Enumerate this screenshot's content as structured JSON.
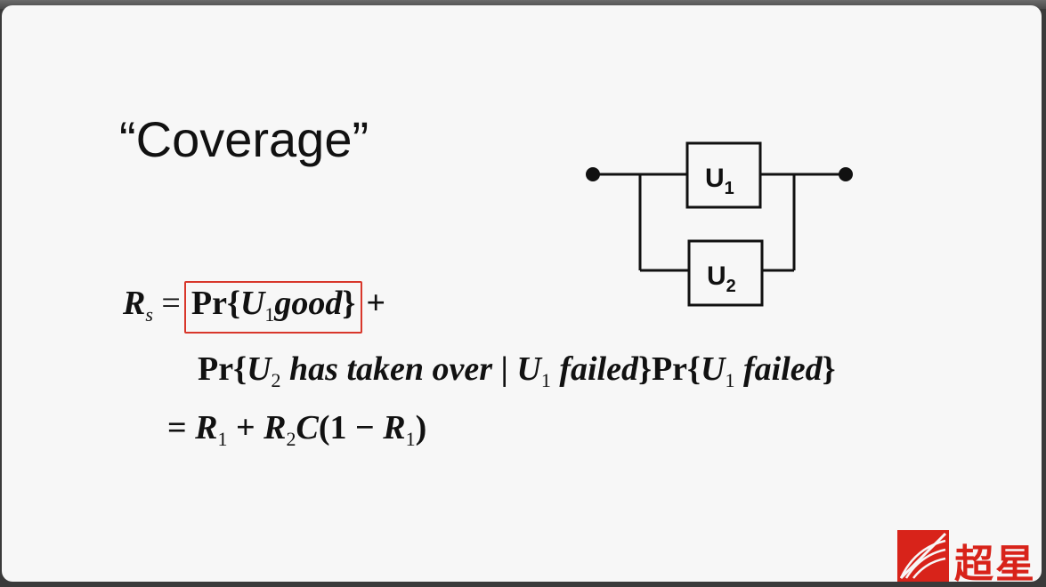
{
  "slide": {
    "title": "“Coverage”",
    "diagram": {
      "unit1": {
        "letter": "U",
        "sub": "1"
      },
      "unit2": {
        "letter": "U",
        "sub": "2"
      }
    },
    "equation": {
      "lhs_symbol": "R",
      "lhs_sub": "s",
      "eq": "=",
      "term1": {
        "pr": "Pr",
        "open": "{",
        "var": "U",
        "sub": "1",
        "word": "good",
        "close": "}"
      },
      "plus": "+",
      "term2": {
        "pr": "Pr",
        "open": "{",
        "var": "U",
        "sub": "2",
        "phrase": "has taken over",
        "bar": "|",
        "var2": "U",
        "sub2": "1",
        "word": "failed",
        "close": "}"
      },
      "term3": {
        "pr": "Pr",
        "open": "{",
        "var": "U",
        "sub": "1",
        "word": "failed",
        "close": "}"
      },
      "line3": {
        "eq": "=",
        "r1": "R",
        "r1_sub": "1",
        "plus": "+",
        "r2": "R",
        "r2_sub": "2",
        "c": "C",
        "paren_open": "(",
        "one": "1",
        "minus": "−",
        "r3": "R",
        "r3_sub": "1",
        "paren_close": ")"
      }
    },
    "watermark": {
      "text": "超星",
      "color": "#d8231a"
    }
  }
}
